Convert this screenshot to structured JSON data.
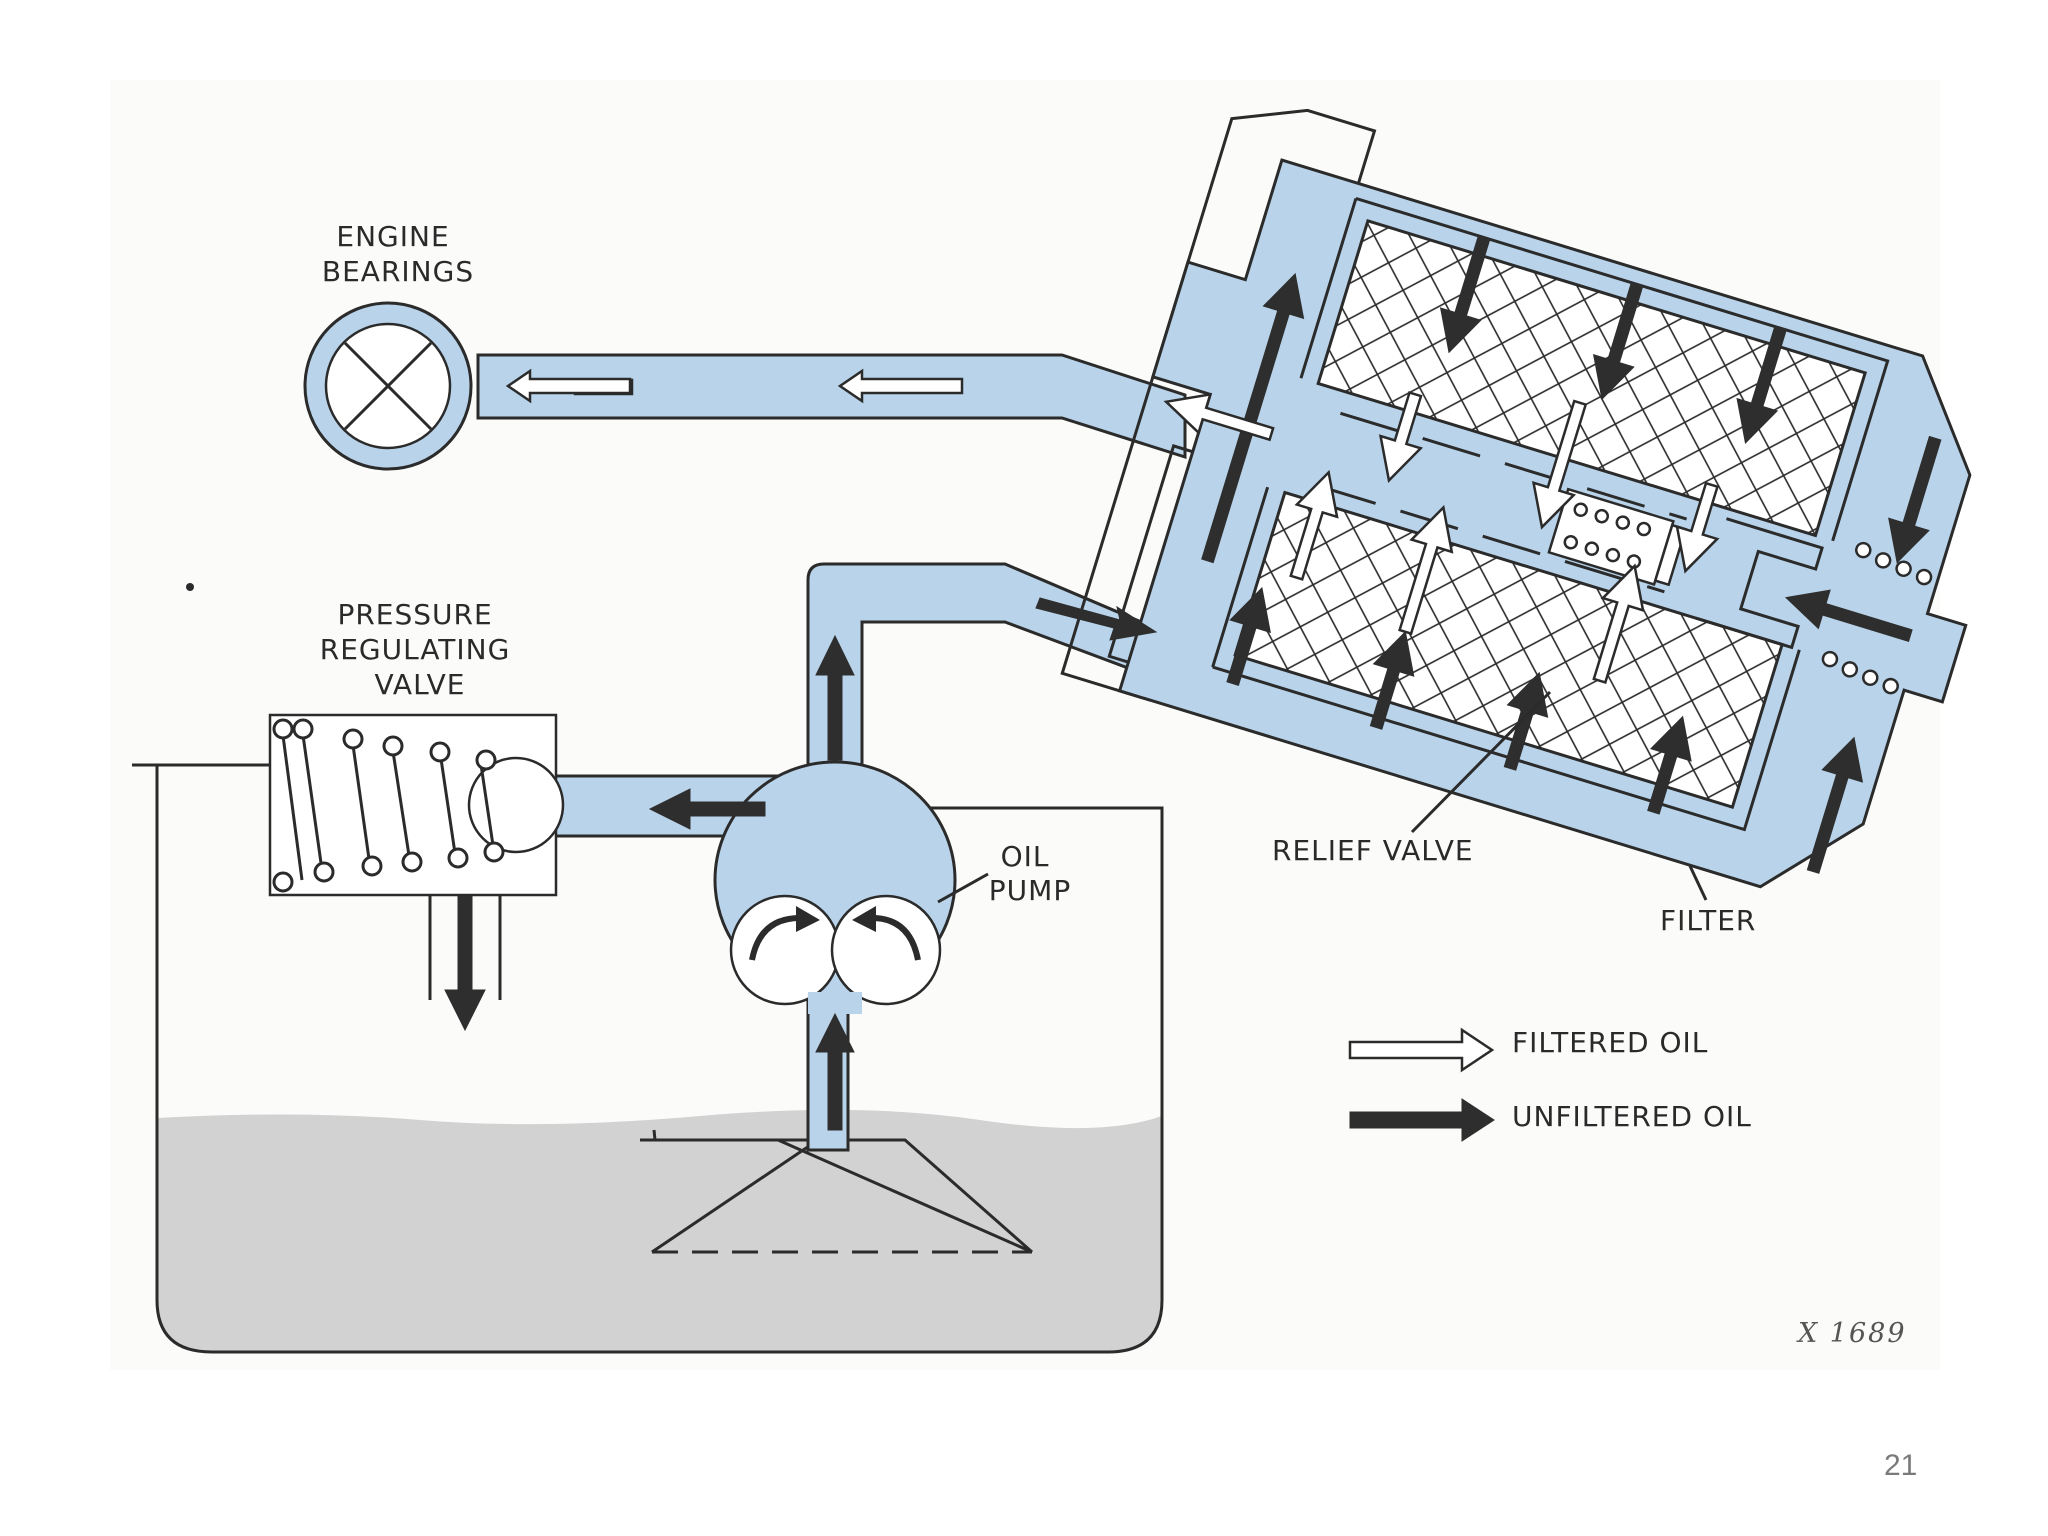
{
  "labels": {
    "engine_bearings": [
      "ENGINE",
      "BEARINGS"
    ],
    "pressure_regulating_valve": [
      "PRESSURE",
      "REGULATING",
      "VALVE"
    ],
    "oil_pump": [
      "OIL",
      "PUMP"
    ],
    "relief_valve": "RELIEF VALVE",
    "filter": "FILTER"
  },
  "legend": {
    "filtered": "FILTERED OIL",
    "unfiltered": "UNFILTERED OIL"
  },
  "figure_code": "X 1689",
  "page_number": "21",
  "colors": {
    "oil": "#b9d4ea",
    "sump_oil": "#d2d2d2",
    "unfiltered_arrow": "#2e2e2e",
    "filtered_arrow": "#ffffff"
  }
}
